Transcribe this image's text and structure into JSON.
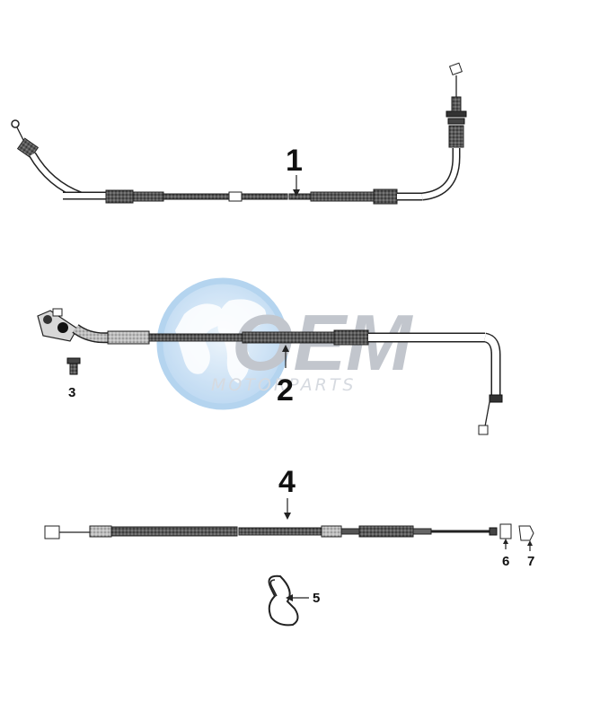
{
  "watermark": {
    "logo_text": "OEM",
    "sub_text": "MOTORPARTS",
    "globe_color": "#9cc6ea"
  },
  "callouts": [
    {
      "id": "1",
      "label": "1"
    },
    {
      "id": "2",
      "label": "2"
    },
    {
      "id": "3",
      "label": "3"
    },
    {
      "id": "4",
      "label": "4"
    },
    {
      "id": "5",
      "label": "5"
    },
    {
      "id": "6",
      "label": "6"
    },
    {
      "id": "7",
      "label": "7"
    }
  ]
}
